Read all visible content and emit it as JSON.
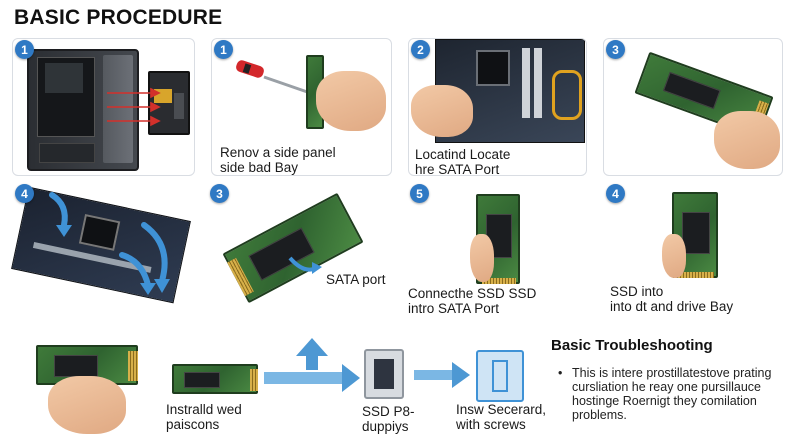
{
  "title": "BASIC PROCEDURE",
  "steps": [
    {
      "number": "1",
      "caption": ""
    },
    {
      "number": "1",
      "caption_line1": "Renov a side panel",
      "caption_line2": "side bad Bay"
    },
    {
      "number": "2",
      "caption_line1": "Locatind Locate",
      "caption_line2": "hre SATA Port"
    },
    {
      "number": "3",
      "caption": ""
    },
    {
      "number": "4",
      "caption": ""
    },
    {
      "number": "3",
      "caption": "SATA port"
    },
    {
      "number": "5",
      "caption_line1": "Connecthe SSD SSD",
      "caption_line2": "intro SATA Port"
    },
    {
      "number": "4",
      "caption_line1": "SSD into",
      "caption_line2": "into dt and drive Bay"
    }
  ],
  "bottom": {
    "caption1_line1": "Instralld wed",
    "caption1_line2": "paiscons",
    "caption2_line1": "SSD P8-",
    "caption2_line2": "duppiys",
    "caption3_line1": "Insw Secerard,",
    "caption3_line2": "with screws"
  },
  "troubleshooting": {
    "title": "Basic Troubleshooting",
    "text": "This is intere prostillatestove prating cursliation he reay one pursillauce hostinge Roernigt they comilation problems."
  },
  "colors": {
    "accent": "#2f79c4",
    "arrow": "#4d98d3",
    "pcb": "#2f6330"
  }
}
